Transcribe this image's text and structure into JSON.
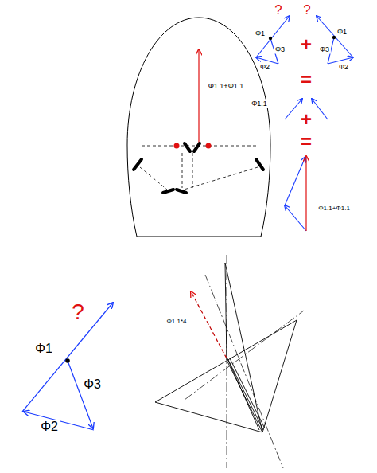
{
  "diagram": {
    "labels": [
      "Φ1.1+Φ1.1",
      "?",
      "?",
      "Φ1",
      "Φ1",
      "Φ3",
      "Φ2",
      "Φ3",
      "Φ2",
      "+",
      "=",
      "Φ1.1",
      "+",
      "=",
      "Φ1.1+Φ1.1",
      "?",
      "Φ1",
      "Φ2",
      "Φ3",
      "Φ1.1*4"
    ]
  }
}
